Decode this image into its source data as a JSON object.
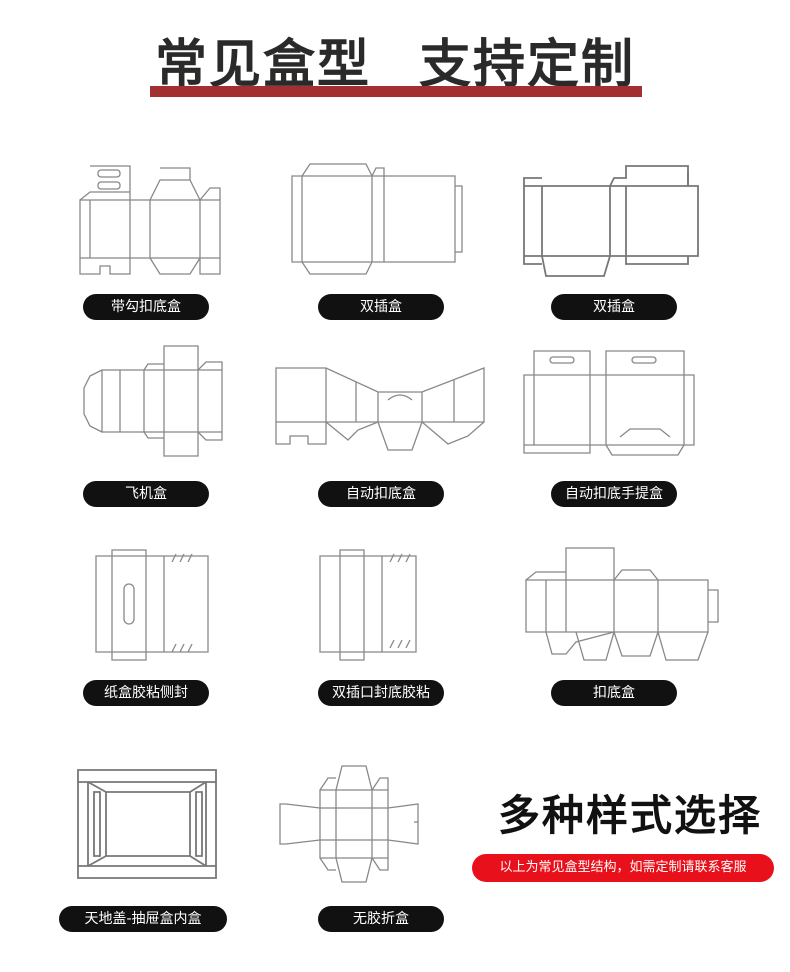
{
  "header": {
    "title_left": "常见盒型",
    "title_right": "支持定制",
    "bar_color": "#a33030"
  },
  "box_types": [
    {
      "label": "带勾扣底盒",
      "icon": "hang-tab-lock-bottom-box-icon"
    },
    {
      "label": "双插盒",
      "icon": "tuck-end-box-icon"
    },
    {
      "label": "双插盒",
      "icon": "tuck-end-box-icon"
    },
    {
      "label": "飞机盒",
      "icon": "mailer-box-icon"
    },
    {
      "label": "自动扣底盒",
      "icon": "auto-lock-bottom-box-icon"
    },
    {
      "label": "自动扣底手提盒",
      "icon": "handle-box-icon"
    },
    {
      "label": "纸盒胶粘侧封",
      "icon": "glued-side-box-icon"
    },
    {
      "label": "双插口封底胶粘",
      "icon": "glued-bottom-box-icon"
    },
    {
      "label": "扣底盒",
      "icon": "snap-lock-bottom-box-icon"
    },
    {
      "label": "天地盖-抽屉盒内盒",
      "icon": "drawer-box-icon"
    },
    {
      "label": "无胶折盒",
      "icon": "glueless-fold-box-icon"
    }
  ],
  "promo": {
    "headline": "多种样式选择",
    "note": "以上为常见盒型结构，如需定制请联系客服",
    "note_color": "#e8111b"
  }
}
